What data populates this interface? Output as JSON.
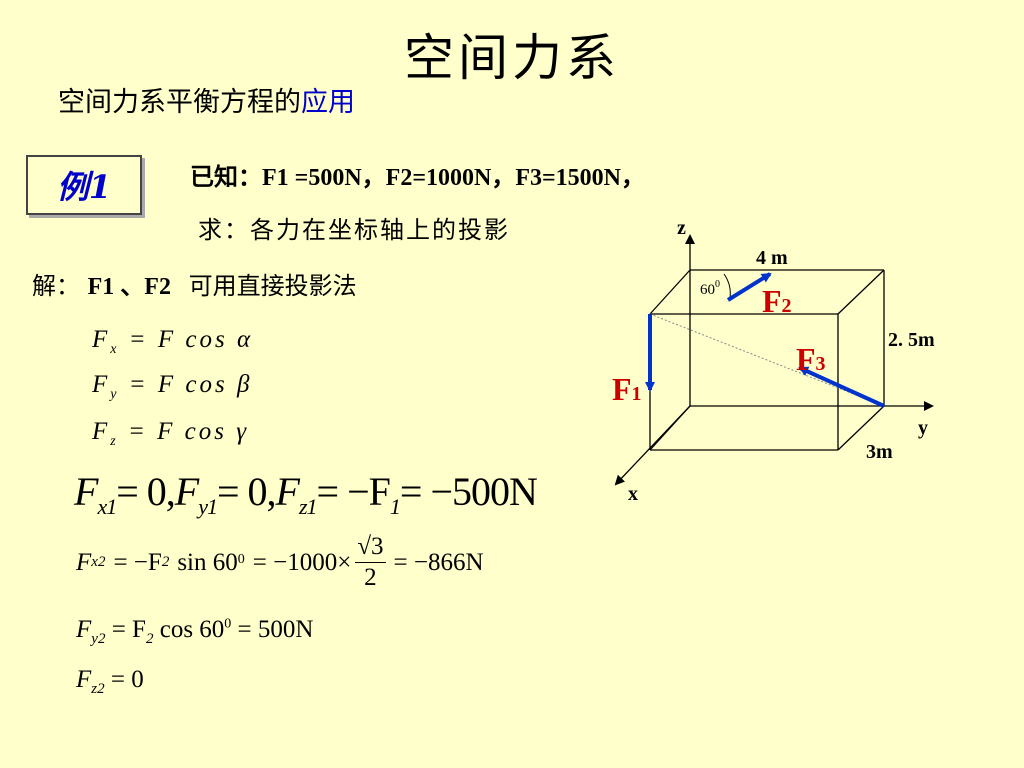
{
  "title": "空间力系",
  "subtitle": {
    "prefix": "空间力系平衡方程的",
    "highlight": "应用"
  },
  "example_label": "例1",
  "known": "已知：F1 =500N，F2=1000N，F3=1500N，",
  "ask": "求：各力在坐标轴上的投影",
  "solution": {
    "prefix": "解：",
    "forces": "F1 、F2",
    "method": "可用直接投影法"
  },
  "general_formulas": [
    {
      "lhs": "F",
      "sub": "x",
      "rhs": "= F cos α"
    },
    {
      "lhs": "F",
      "sub": "y",
      "rhs": "= F cos β"
    },
    {
      "lhs": "F",
      "sub": "z",
      "rhs": "= F cos γ"
    }
  ],
  "f1_equation": {
    "a": "F",
    "a_sub": "x1",
    "a_val": "= 0,",
    "b": "F",
    "b_sub": "y1",
    "b_val": "= 0,",
    "c": "F",
    "c_sub": "z1",
    "c_val": "= −F",
    "d_sub": "1",
    "result": "= −500N"
  },
  "f2_equations": {
    "x": {
      "lhs": "F",
      "sub": "x2",
      "expr": "= −F",
      "f_sub": "2",
      "func": "sin 60",
      "deg": "0",
      "mid": "= −1000×",
      "num": "√3",
      "den": "2",
      "result": "= −866N"
    },
    "y": {
      "lhs": "F",
      "sub": "y2",
      "expr": "= F",
      "f_sub": "2",
      "func": "cos 60",
      "deg": "0",
      "result": "= 500N"
    },
    "z": {
      "lhs": "F",
      "sub": "z2",
      "result": "= 0"
    }
  },
  "diagram": {
    "axis_z": "z",
    "axis_y": "y",
    "axis_x": "x",
    "dim_4m": "4 m",
    "dim_25m": "2. 5m",
    "dim_3m": "3m",
    "angle": "60",
    "angle_sup": "0",
    "f1": "F",
    "f1_sub": "1",
    "f2": "F",
    "f2_sub": "2",
    "f3": "F",
    "f3_sub": "3",
    "colors": {
      "force_arrow": "#0033cc",
      "force_label": "#cc0000"
    }
  }
}
